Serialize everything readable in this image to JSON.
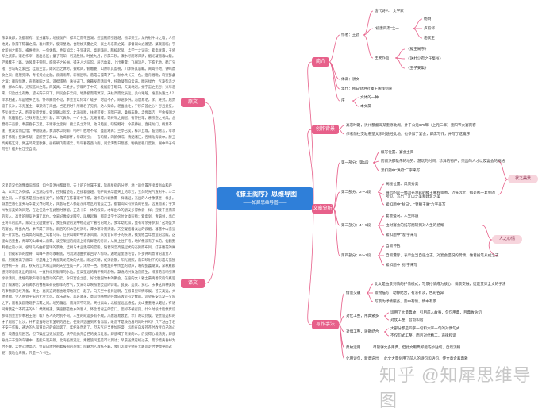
{
  "center": {
    "title": "《滕王阁序》思维导图",
    "subtitle": "——知犀思维导图——"
  },
  "left": {
    "yuanwen_label": "原文",
    "yiwen_label": "译文",
    "yuanwen_para": "豫章故郡，洪都新府。星分翼轸，地接衡庐。襟三江而带五湖，控蛮荆而引瓯越。物华天宝，龙光射牛斗之墟；人杰地灵，徐孺下陈蕃之榻。雄州雾列，俊采星驰。台隍枕夷夏之交，宾主尽东南之美。都督阎公之雅望，棨戟遥临；宇文新州之懿范，襜帷暂驻。十旬休假，胜友如云；千里逢迎，高朋满座。腾蛟起凤，孟学士之词宗；紫电青霜，王将军之武库。家君作宰，路出名区；童子何知，躬逢胜饯。时维九月，序属三秋。潦水尽而寒潭清，烟光凝而暮山紫。俨骖騑于上路，访风景于崇阿。临帝子之长洲，得天人之旧馆。层峦耸翠，上出重霄；飞阁流丹，下临无地。鹤汀凫渚，穷岛屿之萦回；桂殿兰宫，即冈峦之体势。披绣闼，俯雕甍，山原旷其盈视，川泽纡其骇瞩。闾阎扑地，钟鸣鼎食之家；舸舰弥津，青雀黄龙之舳。云销雨霁，彩彻区明。落霞与孤鹜齐飞，秋水共长天一色。渔舟唱晚，响穷彭蠡之滨；雁阵惊寒，声断衡阳之浦。遥襟甫畅，逸兴遄飞。爽籁发而清风生，纤歌凝而白云遏。睢园绿竹，气凌彭泽之樽；邺水朱华，光照临川之笔。四美具，二难并。穷睇眄于中天，极娱游于暇日。天高地迥，觉宇宙之无穷；兴尽悲来，识盈虚之有数。望长安于日下，目吴会于云间。地势极而南溟深，天柱高而北辰远。关山难越，谁悲失路之人？萍水相逢，尽是他乡之客。怀帝阍而不见，奉宣室以何年？嗟乎！时运不齐，命途多舛。冯唐易老，李广难封。屈贾谊于长沙，非无圣主；窜梁鸿于海曲，岂乏明时？所赖君子见机，达人知命。老当益壮，宁移白首之心？穷且益坚，不坠青云之志。酌贪泉而觉爽，处涸辙以犹欢。北海虽赊，扶摇可接；东隅已逝，桑榆非晚。孟尝高洁，空余报国之情；阮籍猖狂，岂效穷途之哭！勃，三尺微命，一介书生。无路请缨，等终军之弱冠；有怀投笔，慕宗悫之长风。舍簪笏于百龄，奉晨昏于万里。非谢家之宝树，接孟氏之芳邻。他日趋庭，叨陪鲤对；今兹捧袂，喜托龙门。杨意不逢，抚凌云而自惜；钟期既遇，奏流水以何惭？呜呼！胜地不常，盛筵难再；兰亭已矣，梓泽丘墟。临别赠言，幸承恩于伟饯；登高作赋，是所望于群公。敢竭鄙怀，恭疏短引；一言均赋，四韵俱成。请洒潘江，各倾陆海云尔。滕王高阁临江渚，佩玉鸣鸾罢歌舞。画栋朝飞南浦云，珠帘暮卷西山雨。闲云潭影日悠悠，物换星移几度秋。阁中帝子今何在？槛外长江空自流。",
    "yiwen_para": "这里是汉代的豫章旧郡城，如今是洪州都督府。天上的方位属于翼、轸两星宿的分野，地上的位置连接着衡山和庐山。以三江为衣襟，以五湖为衣带，控制着楚地，连接着瓯越。物产的光华是天上的珍宝，宝剑的光气直射牛、斗二星之间。人有俊杰是因为地有灵气，徐孺子在陈蕃家中下榻。雄伟的州城像雾一样涌起，杰出的人才像繁星一样多。城池坐落在蛮夷与华夏交界的地方，宾客与主人都是东南地区的俊美之士。都督阎公有崇高的名望，远道而来；宇文州牧有美好的风范，在赴任途中在此暂时停留。正逢十日一休的假日，才华出众的朋友多得像云一样；迎接千里而来的客人，高贵的朋友坐满了席位。文采好像蛟龙腾空、凤凰起舞，那是孟学士这位文章宗师；紫电剑、青霜剑，出自王将军的武库。家父在交趾做县令，我在探望的途中经过这个著名的地方。我年幼无知，竟有幸亲身参加了这场盛大的宴会。时当九月，季节属于深秋。雨后的积水已经消尽，潭水寒冷而清澈，天空凝结着淡淡的云烟，暮霭中山峦呈现一片紫色。在高高的山路上驾着马车，在崇山峻岭中访求风景。来到昔日帝子的长洲，找到他当年营造的宫殿。这里山峦重叠，青翠的山峰耸入云霄。凌空架起的阁道上涂有鲜艳的丹漆，从阁上往下看，地好像没有了似的。仙鹤野鸭栖止的小洲，极尽岛屿曲折回环的景致，桂树与木兰建成的宫殿，随着冈峦高低起伏的态势而布列。打开雕花的阁门，俯视彩饰的屋脊，山峰平原尽收眼底，河流湖泊曲折萦回令人惊讶。遍地是里巷宅舍，许多钟鸣鼎食的富贵人家。舸舰塞满了渡口，尽是雕上了青雀黄龙花纹的大船。雨过天晴，虹消云散，阳光朗照，落日映射下的彩霞与孤独的野鸭一齐飞翔，秋天的江水和辽阔的天空连成一片，浑然一色。傍晚渔舟中传出的歌声，响彻彭蠡湖滨，深秋雁群感到寒意而发出的惊叫，一直持续到衡阳的水边。登高望远的胸怀顿时舒畅，飘逸的兴致油然而生。排箫的音响引来徐徐清风，柔缓的歌声吸引住飘动的白云。今日宴会之盛，好比睢园竹林的聚会，在座的文人雅士豪爽善饮的气概超过了陶渊明；又有邺水的曹植咏荷花那样的才气，文采可以映照谢灵运的诗笔。良辰、美景、赏心、乐事这四种美好的事物都已经齐备，贤主、嘉宾这两者也难得地凑在一起了。向天空中极目远眺，在假日里尽情欢娱。苍天高远，大地寥廓，令人感到宇宙的无穷无尽。欢乐逝去，悲哀袭来，意识到事物的兴衰成败是有定数的。远望长安沉没于夕阳之下，遥看吴郡隐现于云雾之间。地势偏远，南海深不可测；天柱高耸，北极星远远悬挂。关山重重难以越过，有谁同情我这个不得志的人？偶然相逢，满座都是他乡的客人。怀念着君王的宫门，但却不被召见，什么时候才能像贾谊那样到宣室侍奉君王呢？唉！各人的时机不同，人生的命运多有不顺。冯唐容易衰老，李广难以封侯。使贾谊这样的才子屈居于长沙，并不是当时没有圣明的君主，使梁鸿逃匿到齐鲁海滨，难道不是政治昌明的时代吗？只不过由于君子安于贫贱，通达的人知道自己的命运罢了。年纪虽然老了，但志气应当更加旺盛，怎能在白发苍苍时改变自己的心志？境遇虽然困苦，但节操应当更加坚定，决不能抛弃自己的凌云壮志。即使喝了贪泉的水，仍觉得心境清爽；即使身处于干涸的车辙中，还能乐观开朗。北海虽然遥远，乘着旋风还是可以到达；早晨虽然已经过去，而珍惜黄昏却为时不晚。孟尝心地高洁，但白白地怀抱着报国的热情；阮籍为人放纵不羁，我们怎能学他在无路可走时便恸哭而返呢？我地位卑微，只是一介书生。"
  },
  "branches": {
    "intro": {
      "label": "简介",
      "author_label": "作者：王勃",
      "author_items": [
        "唐代诗人、文学家",
        "\"初唐四杰\"之一",
        "杨炯",
        "卢照邻",
        "骆宾王",
        "主要作品",
        "《滕王阁序》",
        "《送杜少府之任蜀州》",
        "《王子安集》"
      ],
      "genre_label": "体裁：骈文",
      "era_label": "年代：秋日登洪府滕王阁饯别序",
      "style_label": "序",
      "style_items": [
        "文体的一种",
        "本文属"
      ]
    },
    "background": {
      "label": "创作背景",
      "items": [
        "高宗时期，洪州都督阎某重修此阁，并于公元675年（上元二年）重阳节大宴宾客",
        "作者前往交趾看望父亲时途经此地，也参加了宴会，即席写作，并写了这篇序"
      ]
    },
    "analysis": {
      "label": "文章分析",
      "part1_label": "第一部分：第1段",
      "part1_items": [
        "概写位置、宴会主宾",
        "历叙洪都雄伟的地势、游玩的时间、珍异的物产，杰出的人才以及宴会的规格",
        "紧扣题中\"洪府\"二字来写"
      ],
      "part2_label": "第二部分：2～3段",
      "part2_items": [
        "阁楼位置、风景秀美",
        "展示的是一幅流光溢彩的滕王阁秋景图，迈低远近，都是那一宴会的所见。写出了江山之美和建筑之美",
        "紧扣题中\"秋日\"、\"登滕王阁\"六字来写"
      ],
      "part3_label": "第三部分：4～5段",
      "part3_items": [
        "宴会盛况、人生际遇",
        "由对宴会的描写而转到对人生的感慨",
        "紧扣题中\"饯\"字来写"
      ],
      "part4_label": "第四部分：6～7段",
      "part4_items": [
        "自叙怀抱",
        "自叙遭际，表示生当自强之志，对宴会盛况的赞颂，做着投笔从戎之志",
        "紧扣题中\"别\"字来写"
      ],
      "tag1": "状之美景",
      "tag2": "人之心情"
    },
    "technique": {
      "label": "写作手法",
      "t1_label": "情景交融",
      "t1_items": [
        "此文是由景到情的抒情模式，写景抒情成为核心，情景交融，这是贯穿全文的手法",
        "景物描写，动静结合，有浓有淡，色彩各异",
        "写景为抒情服务，景中有情，情中有景"
      ],
      "t2_label": "对仗工整，用典繁多",
      "t2_items": [
        "运用了大量典故，引用前人故事，句句用典，且典故贴切",
        "对仗工整，音韵和谐"
      ],
      "t3_label": "对偶工整，骈散结合",
      "t3_items": [
        "大部分都是四字一句和六字一句的对偶句式",
        "不仅句式工整，而且对仗精工，声律和谐"
      ],
      "t4_label": "典故运用",
      "t4_items": [
        "尽管骈文多用典，但此文用典却能巧妙贴切，自然流畅"
      ],
      "t5_label": "化用诗句，新意迭出",
      "t5_items": [
        "此文大量化用了前人的诗句和语句，使文章含蓄典雅"
      ]
    }
  },
  "watermark": "知乎 @知犀思维导图"
}
